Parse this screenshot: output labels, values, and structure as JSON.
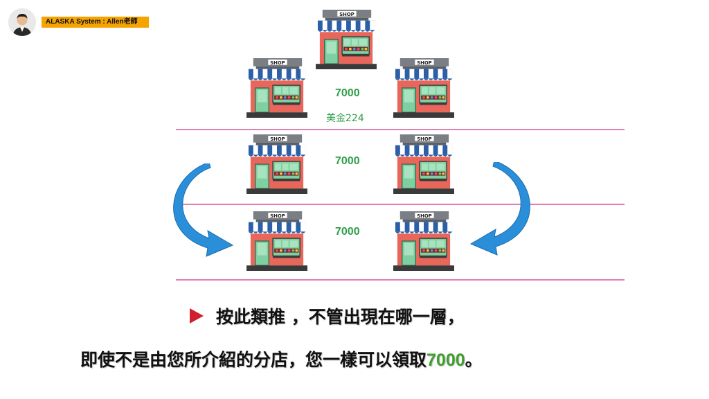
{
  "header": {
    "tag_text": "ALASKA  System : Allen老師"
  },
  "diagram": {
    "top_value": "7000",
    "top_value_sub": "美金224",
    "middle_value": "7000",
    "bottom_value": "7000",
    "shop_sign": "SHOP"
  },
  "text": {
    "line1": "按此類推 ，不管出現在哪一層，",
    "line2_prefix": "即使不是由您所介紹的分店，您一樣可以領取",
    "line2_amount": "7000",
    "line2_suffix": "。"
  },
  "colors": {
    "value_green": "#2e9e4a",
    "divider_pink": "#e27fb0",
    "arrow_blue": "#2a8fd8",
    "bullet_red": "#d0202e"
  }
}
